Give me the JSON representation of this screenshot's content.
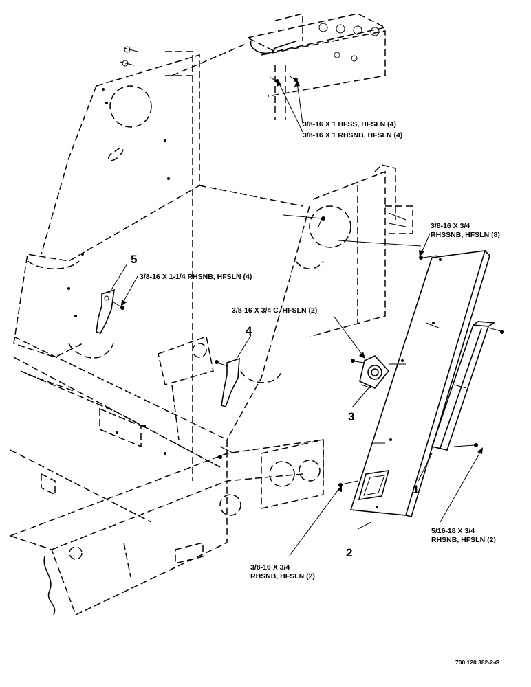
{
  "callouts": {
    "item1": "1",
    "item2": "2",
    "item3": "3",
    "item4": "4",
    "item5": "5"
  },
  "hardware": {
    "hfss_top": "3/8-16 X 1 HFSS, HFSLN (4)",
    "rhsnb_top": "3/8-16 X 1 RHSNB, HFSLN (4)",
    "rhssnb_line1": "3/8-16 X 3/4",
    "rhssnb_line2": "RHSSNB, HFSLN (8)",
    "item5_bolt": "3/8-16 X 1-1/4 RHSNB, HFSLN (4)",
    "item3_bolt": "3/8-16 X 3/4 C, HFSLN (2)",
    "bottom_left_line1": "3/8-16 X 3/4",
    "bottom_left_line2": "RHSNB, HFSLN (2)",
    "bottom_right_line1": "5/16-18 X 3/4",
    "bottom_right_line2": "RHSNB, HFSLN (2)"
  },
  "footer": {
    "drawing_number": "700 120 382-2-G"
  }
}
